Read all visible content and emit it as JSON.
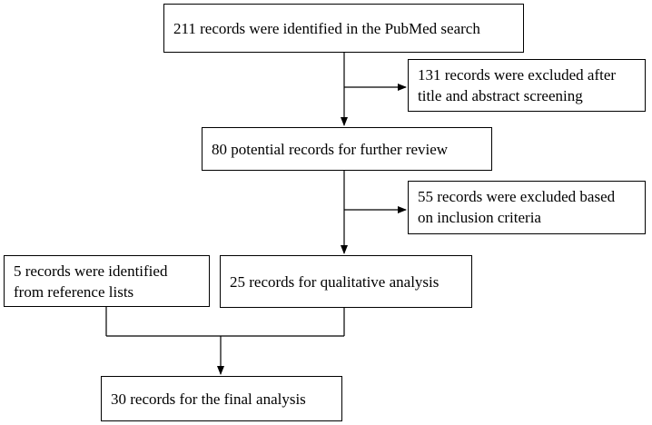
{
  "flowchart": {
    "search": {
      "text": "211 records were identified in the PubMed search"
    },
    "exclusion_screening": {
      "lines": [
        "131 records were excluded after",
        "title and abstract screening"
      ]
    },
    "potential": {
      "text": "80 potential records for further review"
    },
    "exclusion_criteria": {
      "lines": [
        "55 records were excluded based",
        "on inclusion criteria"
      ]
    },
    "reference_lists": {
      "lines": [
        "5 records were identified",
        "from reference lists"
      ]
    },
    "qualitative": {
      "text": "25 records for qualitative analysis"
    },
    "final": {
      "text": "30 records for the final analysis"
    },
    "colors": {
      "stroke": "#000000",
      "background": "#ffffff",
      "text": "#000000"
    }
  }
}
